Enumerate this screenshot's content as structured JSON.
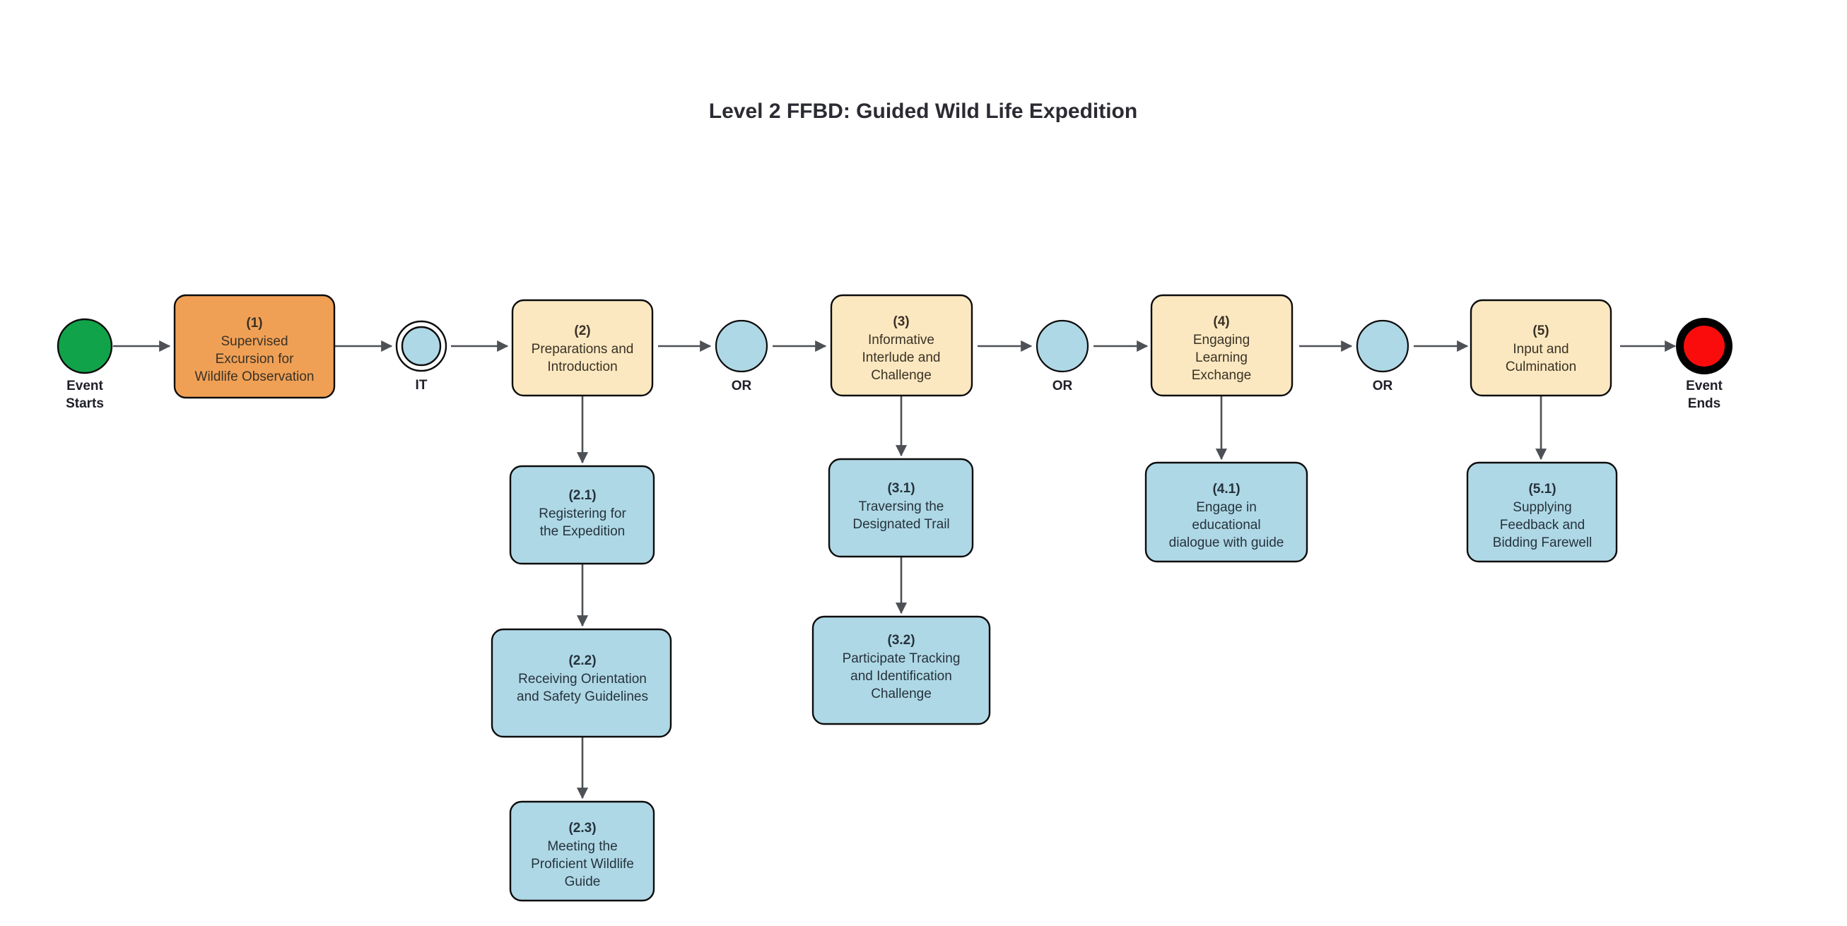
{
  "title": "Level 2 FFBD: Guided Wild Life Expedition",
  "colors": {
    "orange_fill": "#f0a055",
    "cream_fill": "#fbe8c0",
    "blue_fill": "#afd8e6",
    "start_fill": "#11a349",
    "end_fill": "#fb0c0c",
    "end_ring": "#000000",
    "stroke": "#0c0c0c",
    "edge": "#4d5156",
    "title_text": "#2b2b33"
  },
  "terminators": {
    "start": {
      "name": "start-node",
      "label_line1": "Event",
      "label_line2": "Starts"
    },
    "end": {
      "name": "end-node",
      "label_line1": "Event",
      "label_line2": "Ends"
    }
  },
  "connectors": [
    {
      "name": "connector-it",
      "label": "IT",
      "type": "double-circle"
    },
    {
      "name": "connector-or-1",
      "label": "OR",
      "type": "circle"
    },
    {
      "name": "connector-or-2",
      "label": "OR",
      "type": "circle"
    },
    {
      "name": "connector-or-3",
      "label": "OR",
      "type": "circle"
    }
  ],
  "main_nodes": [
    {
      "id": "(1)",
      "lines": [
        "Supervised",
        "Excursion for",
        "Wildlife Observation"
      ],
      "fill": "orange"
    },
    {
      "id": "(2)",
      "lines": [
        "Preparations and",
        "Introduction"
      ],
      "fill": "cream"
    },
    {
      "id": "(3)",
      "lines": [
        "Informative",
        "Interlude and",
        "Challenge"
      ],
      "fill": "cream"
    },
    {
      "id": "(4)",
      "lines": [
        "Engaging",
        "Learning",
        "Exchange"
      ],
      "fill": "cream"
    },
    {
      "id": "(5)",
      "lines": [
        "Input and",
        "Culmination"
      ],
      "fill": "cream"
    }
  ],
  "sub_nodes": [
    {
      "id": "(2.1)",
      "lines": [
        "Registering for",
        "the Expedition"
      ],
      "fill": "blue",
      "parent": "(2)"
    },
    {
      "id": "(2.2)",
      "lines": [
        "Receiving Orientation",
        "and Safety Guidelines"
      ],
      "fill": "blue",
      "parent": "(2.1)"
    },
    {
      "id": "(2.3)",
      "lines": [
        "Meeting the",
        "Proficient Wildlife",
        "Guide"
      ],
      "fill": "blue",
      "parent": "(2.2)"
    },
    {
      "id": "(3.1)",
      "lines": [
        "Traversing the",
        "Designated Trail"
      ],
      "fill": "blue",
      "parent": "(3)"
    },
    {
      "id": "(3.2)",
      "lines": [
        "Participate Tracking",
        "and Identification",
        "Challenge"
      ],
      "fill": "blue",
      "parent": "(3.1)"
    },
    {
      "id": "(4.1)",
      "lines": [
        "Engage in",
        "educational",
        "dialogue with guide"
      ],
      "fill": "blue",
      "parent": "(4)"
    },
    {
      "id": "(5.1)",
      "lines": [
        "Supplying",
        "Feedback and",
        "Bidding Farewell"
      ],
      "fill": "blue",
      "parent": "(5)"
    }
  ]
}
